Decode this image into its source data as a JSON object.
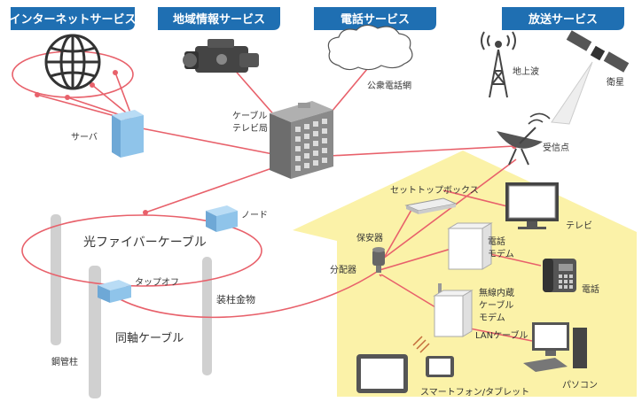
{
  "colors": {
    "tab_blue": "#1f6fb2",
    "line_red": "#e8616b",
    "house_yellow": "#fbf2a8",
    "device_blue": "#8fc4ea",
    "pole_gray": "#d0d0d0",
    "dark_device": "#444444"
  },
  "tabs": {
    "internet": "インターネットサービス",
    "local_info": "地域情報サービス",
    "phone": "電話サービス",
    "broadcast": "放送サービス"
  },
  "labels": {
    "server": "サーバ",
    "cable_station": [
      "ケーブル",
      "テレビ局"
    ],
    "public_phone_network": "公衆電話網",
    "terrestrial": "地上波",
    "satellite": "衛星",
    "receiving_point": "受信点",
    "node": "ノード",
    "fiber_cable": "光ファイバーケーブル",
    "tap_off": "タップオフ",
    "coax_cable": "同軸ケーブル",
    "pole_hardware": "装柱金物",
    "steel_pole": "鋼管柱",
    "protector": "保安器",
    "distributor": "分配器",
    "set_top_box": "セットトップボックス",
    "tv": "テレビ",
    "phone_modem": [
      "電話",
      "モデム"
    ],
    "telephone": "電話",
    "wireless_modem": [
      "無線内蔵",
      "ケーブル",
      "モデム"
    ],
    "lan_cable": "LANケーブル",
    "pc": "パソコン",
    "smartphone_tablet": "スマートフォン/タブレット"
  },
  "icons": [
    "globe-icon",
    "video-camera-icon",
    "cloud-icon",
    "broadcast-tower-icon",
    "satellite-icon",
    "satellite-dish-icon",
    "server-icon",
    "building-icon",
    "node-box-icon",
    "tap-off-box-icon",
    "protector-icon",
    "set-top-box-icon",
    "tv-icon",
    "modem-icon",
    "telephone-icon",
    "router-icon",
    "pc-icon",
    "tablet-icon",
    "smartphone-icon"
  ]
}
